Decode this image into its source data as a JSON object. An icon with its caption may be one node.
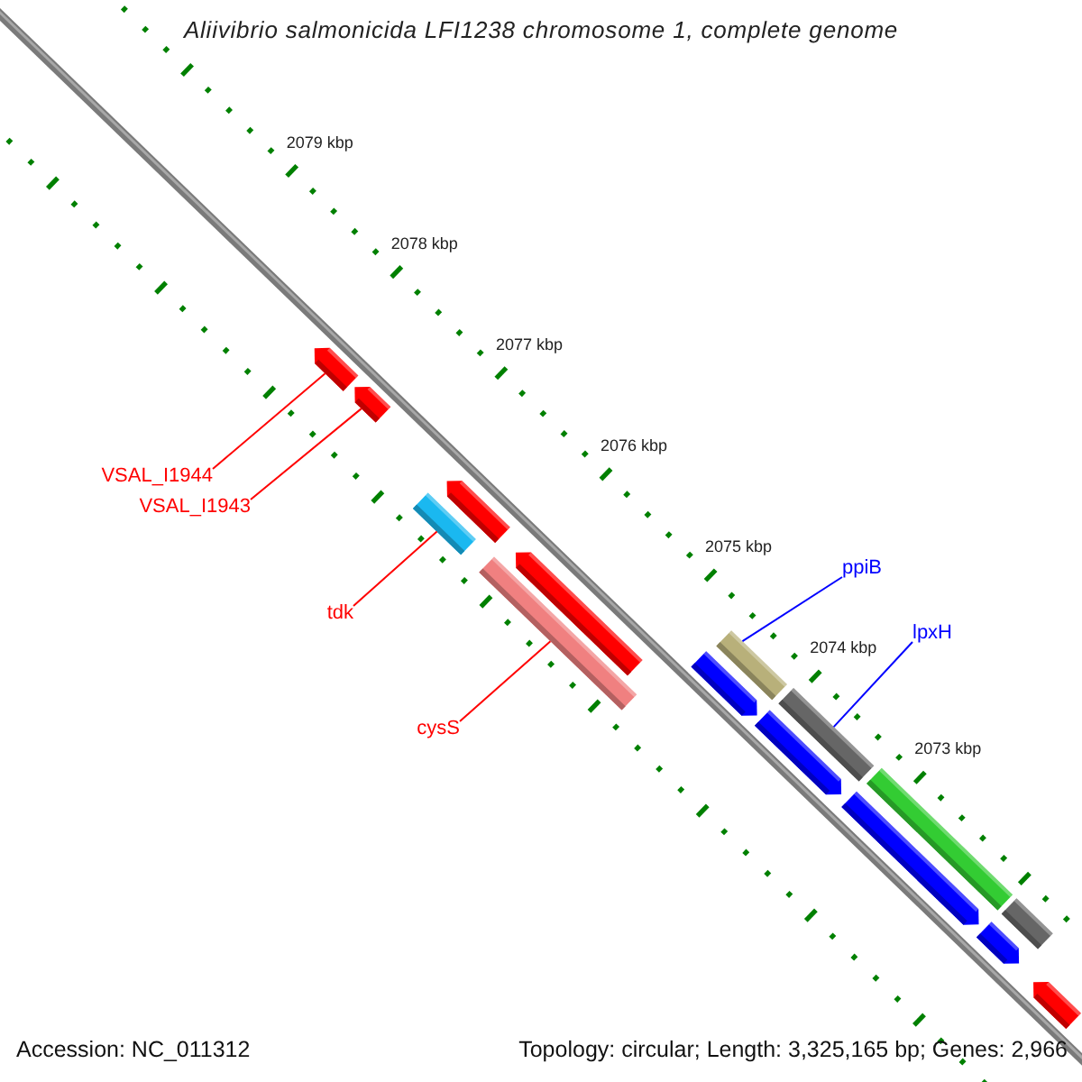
{
  "diagram": {
    "title": "Aliivibrio salmonicida LFI1238 chromosome 1, complete genome",
    "nodes": [
      {
        "text": [
          "VSAL_I1944"
        ]
      },
      {
        "text": [
          "VSAL_I1943"
        ]
      },
      {
        "text": [
          "tdk"
        ]
      },
      {
        "text": [
          "cysS"
        ]
      },
      {
        "text": [
          "ppiB"
        ]
      },
      {
        "text": [
          "lpxH"
        ]
      },
      {
        "text": [],
        "shape": "pentagon"
      },
      {
        "text": [],
        "shape": "pentagon"
      },
      {
        "text": [],
        "shape": "pentagon"
      },
      {
        "text": [],
        "shape": "bar"
      },
      {
        "text": [],
        "shape": "pentagon"
      },
      {
        "text": [],
        "shape": "bar"
      },
      {
        "text": [],
        "shape": "pentagon"
      },
      {
        "text": [],
        "shape": "bar"
      },
      {
        "text": [],
        "shape": "pentagon"
      },
      {
        "text": [],
        "shape": "bar"
      },
      {
        "text": [],
        "shape": "pentagon"
      },
      {
        "text": [],
        "shape": "bar"
      },
      {
        "text": [],
        "shape": "pentagon"
      },
      {
        "text": [],
        "shape": "bar"
      },
      {
        "text": [],
        "shape": "pentagon"
      }
    ],
    "edges": [
      {
        "from": 0,
        "to": 6,
        "arrow": "none"
      },
      {
        "from": 1,
        "to": 7,
        "arrow": "none"
      },
      {
        "from": 2,
        "to": 9,
        "arrow": "none"
      },
      {
        "from": 3,
        "to": 11,
        "arrow": "none"
      },
      {
        "from": 4,
        "to": 13,
        "arrow": "none",
        "color": "#0000ff"
      },
      {
        "from": 5,
        "to": 15,
        "arrow": "none",
        "color": "#0000ff"
      }
    ],
    "labels": [
      "2079 kbp",
      "2078 kbp",
      "2077 kbp",
      "2076 kbp",
      "2075 kbp",
      "2074 kbp",
      "2073 kbp",
      "Accession: NC_011312",
      "Topology: circular; Length: 3,325,165 bp; Genes: 2,966"
    ]
  }
}
